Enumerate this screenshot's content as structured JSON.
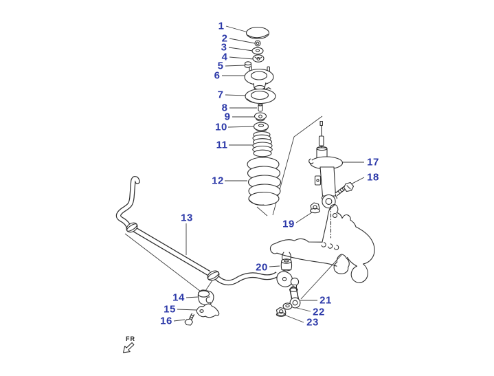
{
  "diagram": {
    "fr_label": "FR",
    "colors": {
      "accent": "#2b38a8",
      "line": "#2e2e2e",
      "background": "#ffffff"
    },
    "callouts": [
      {
        "number": "1"
      },
      {
        "number": "2"
      },
      {
        "number": "3"
      },
      {
        "number": "4"
      },
      {
        "number": "5"
      },
      {
        "number": "6"
      },
      {
        "number": "7"
      },
      {
        "number": "8"
      },
      {
        "number": "9"
      },
      {
        "number": "10"
      },
      {
        "number": "11"
      },
      {
        "number": "12"
      },
      {
        "number": "13"
      },
      {
        "number": "14"
      },
      {
        "number": "15"
      },
      {
        "number": "16"
      },
      {
        "number": "17"
      },
      {
        "number": "18"
      },
      {
        "number": "19"
      },
      {
        "number": "20"
      },
      {
        "number": "21"
      },
      {
        "number": "22"
      },
      {
        "number": "23"
      }
    ]
  }
}
